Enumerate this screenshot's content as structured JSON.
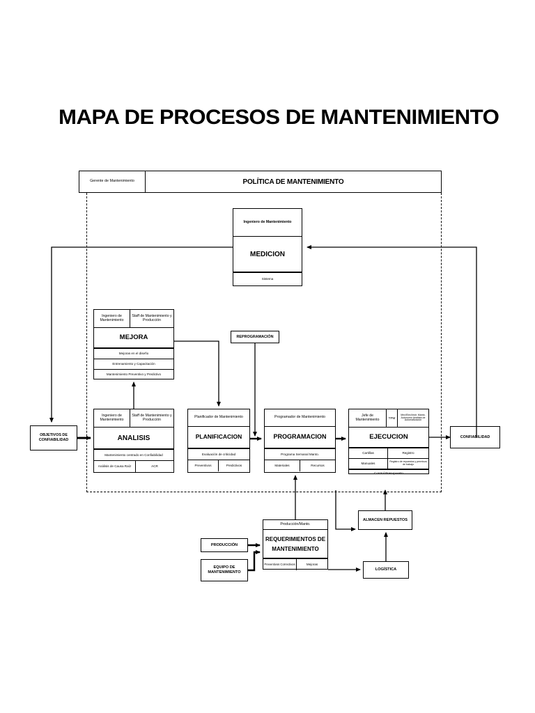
{
  "page": {
    "title": "MAPA DE PROCESOS DE MANTENIMIENTO",
    "bg_color": "#ffffff",
    "line_color": "#000000"
  },
  "policy_bar": {
    "owner": "Gerente de Mantenimiento",
    "label": "POLÍTICA DE MANTENIMIENTO"
  },
  "processes": {
    "medicion": {
      "owner": "Ingeniero de Mantenimiento",
      "name": "MEDICION",
      "footer": "Sistema"
    },
    "mejora": {
      "owner_left": "Ingeniero de Mantenimiento",
      "owner_right": "Staff de Mantenimiento y Producción",
      "name": "MEJORA",
      "rows": [
        "Mejoras en el diseño",
        "Entrenamiento y Capacitación",
        "Mantenimiento Preventivo y Predictivo"
      ]
    },
    "analisis": {
      "owner_left": "Ingeniero de Mantenimiento",
      "owner_right": "Staff de Mantenimiento y Producción",
      "name": "ANALISIS",
      "row_full": "Mantenimiento centrado en Confiabilidad",
      "row_left": "Análisis de Causa Raíz",
      "row_right": "ACR"
    },
    "planificacion": {
      "owner": "Planificador de Mantenimiento",
      "name": "PLANIFICACION",
      "row_full": "Evaluación de criticidad",
      "row_left": "Preventivos",
      "row_right": "Predictivos"
    },
    "programacion": {
      "owner": "Programador de Mantenimiento",
      "name": "PROGRAMACION",
      "row_full": "Programa Semanal Manto.",
      "row_left": "Materiales",
      "row_right": "Recursos"
    },
    "ejecucion": {
      "owner_left": "Jefe de Mantenimiento",
      "owner_mid": "TPM",
      "owner_right": "Mec/Elec/Instr. Manto. Autónomo Analista de Automatización",
      "name": "EJECUCION",
      "row1_left": "Cartillas",
      "row1_right": "Registro",
      "row2_left": "Manuales",
      "row2_right": "Registro de repuestos y permisos de trabajo",
      "row3_full": "Control Presupuesto"
    },
    "requerimientos": {
      "owner": "Producción/Manto.",
      "name_line1": "REQUERIMIENTOS DE",
      "name_line2": "MANTENIMIENTO",
      "row_left": "Preventivos Correctivos",
      "row_right": "Mejoras"
    }
  },
  "nodes": {
    "objetivos": "OBJETIVOS DE CONFIABILIDAD",
    "confiabilidad": "CONFIABILIDAD",
    "reprogramacion": "REPROGRAMACIÓN",
    "produccion": "PRODUCCIÓN",
    "equipo": "EQUIPO DE MANTENIMIENTO",
    "almacen": "ALMACEN REPUESTOS",
    "logistica": "LOGÍSTICA"
  }
}
